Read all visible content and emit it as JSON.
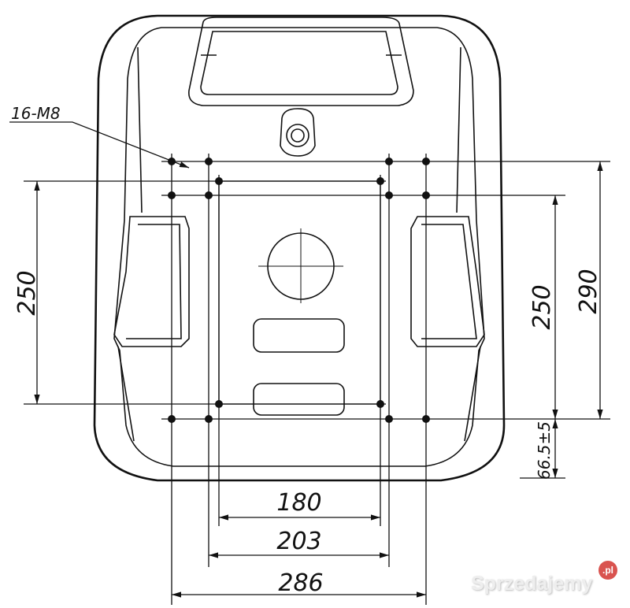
{
  "drawing": {
    "hole_label": "16-M8",
    "dimensions": {
      "left_vertical": "250",
      "right_inner_vertical": "250",
      "right_outer_vertical": "290",
      "offset": "66.5±5",
      "bottom_inner": "180",
      "bottom_middle": "203",
      "bottom_outer": "286"
    },
    "colors": {
      "line": "#111111",
      "watermark_badge": "#d9534f"
    }
  },
  "watermark": {
    "text": "Sprzedajemy",
    "badge": ".pl"
  }
}
